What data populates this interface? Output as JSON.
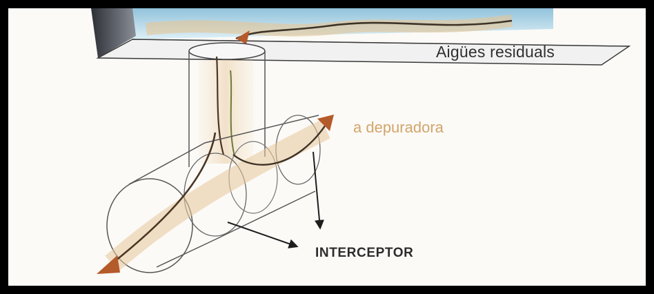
{
  "labels": {
    "aigues": "Aigües residuals",
    "depuradora": "a depuradora",
    "interceptor": "INTERCEPTOR"
  },
  "colors": {
    "background": "#fbfaf7",
    "frame": "#000000",
    "flow_arrow": "#a5542a",
    "flow_highlight": "#e8c79a",
    "line": "#2f2f2f",
    "water": "#a9d3e6",
    "label_depuradora": "#d2a56a"
  }
}
